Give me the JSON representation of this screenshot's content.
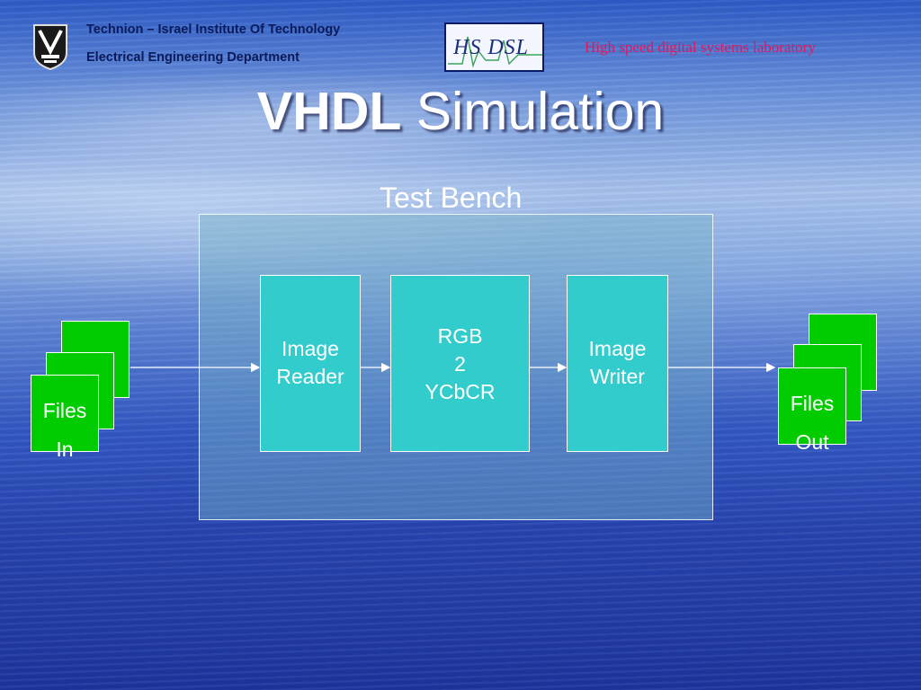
{
  "slide": {
    "institution": "Technion – Israel Institute Of Technology",
    "department": "Electrical Engineering Department",
    "lab_logo_text": "HS DSL",
    "lab_name": "High speed digital systems laboratory",
    "title_bold": "VHDL",
    "title_rest": " Simulation"
  },
  "diagram": {
    "container_label": "Test Bench",
    "input_files": {
      "line1": "Files",
      "line2": "In"
    },
    "blocks": [
      {
        "line1": "Image",
        "line2": "Reader"
      },
      {
        "line1": "RGB",
        "line2": "2",
        "line3": "YCbCR"
      },
      {
        "line1": "Image",
        "line2": "Writer"
      }
    ],
    "output_files": {
      "line1": "Files",
      "line2": "Out"
    }
  },
  "colors": {
    "block_fill": "#33cccc",
    "file_fill": "#00cc00",
    "lab_name_color": "#e8155a"
  }
}
